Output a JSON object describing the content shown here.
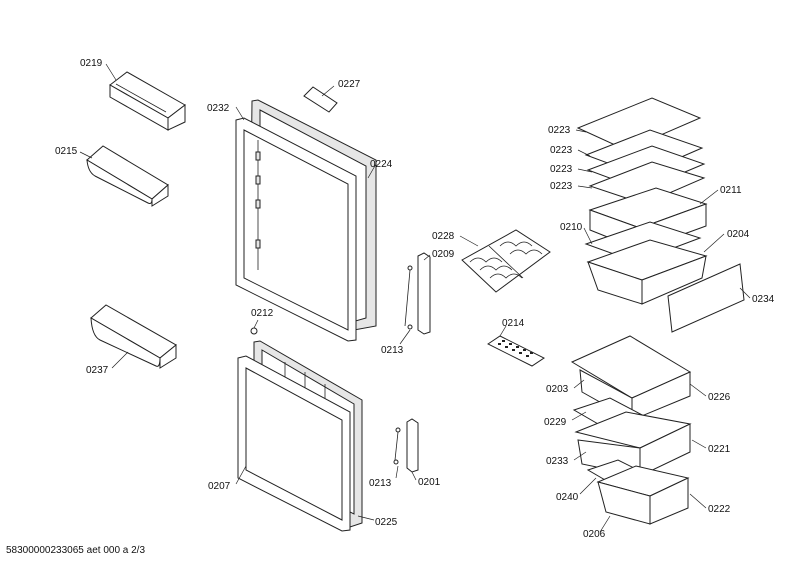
{
  "footer": {
    "text": "58300000233065 aet 000 a 2/3"
  },
  "labels": {
    "p0219": "0219",
    "p0215": "0215",
    "p0237": "0237",
    "p0232": "0232",
    "p0227": "0227",
    "p0224": "0224",
    "p0228": "0228",
    "p0209": "0209",
    "p0212": "0212",
    "p0213a": "0213",
    "p0213b": "0213",
    "p0214": "0214",
    "p0207": "0207",
    "p0225": "0225",
    "p0201": "0201",
    "p0223a": "0223",
    "p0223b": "0223",
    "p0223c": "0223",
    "p0223d": "0223",
    "p0211": "0211",
    "p0210": "0210",
    "p0204": "0204",
    "p0234": "0234",
    "p0203": "0203",
    "p0226": "0226",
    "p0229": "0229",
    "p0221": "0221",
    "p0233": "0233",
    "p0240": "0240",
    "p0222": "0222",
    "p0206": "0206"
  }
}
